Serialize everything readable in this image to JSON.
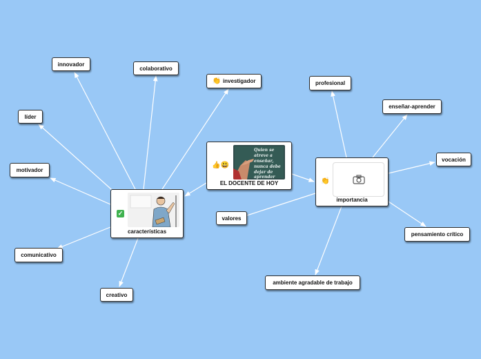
{
  "central": {
    "label": "EL DOCENTE DE HOY",
    "emojis": "👍😃",
    "board_text": "Quien se atreve a enseñar, nunca debe dejar de aprender"
  },
  "caracteristicas": {
    "label": "características",
    "children": [
      "innovador",
      "colaborativo",
      "investigador",
      "líder",
      "motivador",
      "comunicativo",
      "creativo"
    ]
  },
  "importancia": {
    "label": "importancia",
    "children": [
      "profesional",
      "enseñar-aprender",
      "vocación",
      "pensamiento crítico",
      "ambiente agradable de trabajo",
      "valores"
    ]
  },
  "colors": {
    "background": "#99c8f6",
    "link": "#ffffff",
    "node_border": "#2b2b2b"
  },
  "icons": {
    "investigador": "hand-icon",
    "importancia": "hand-icon",
    "caracteristicas": "check-icon",
    "image_placeholder": "camera-icon"
  }
}
